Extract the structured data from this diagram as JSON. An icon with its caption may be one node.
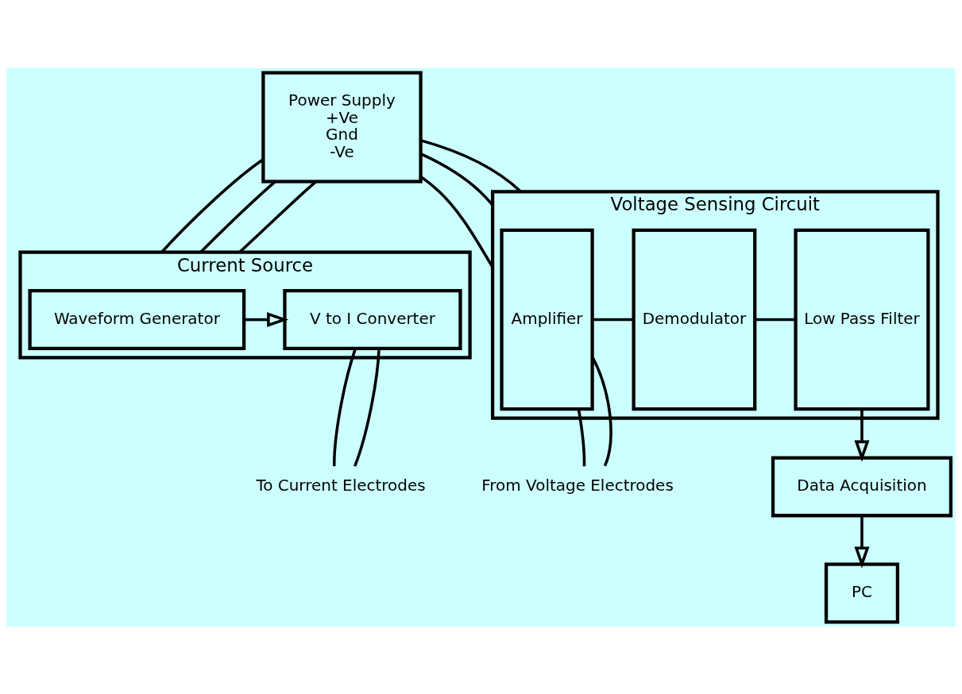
{
  "diagram": {
    "nodes": [
      {
        "text": [
          "Power Supply",
          "+Ve",
          "Gnd",
          "-Ve"
        ]
      },
      {
        "text": [
          "Current Source"
        ]
      },
      {
        "text": [
          "Waveform Generator"
        ],
        "in": 1
      },
      {
        "text": [
          "V to I Converter"
        ],
        "in": 1
      },
      {
        "text": [
          "Voltage Sensing Circuit"
        ]
      },
      {
        "text": [
          "Amplifier"
        ],
        "in": 4
      },
      {
        "text": [
          "Demodulator"
        ],
        "in": 4
      },
      {
        "text": [
          "Low Pass Filter"
        ],
        "in": 4
      },
      {
        "text": [
          "Data Acquisition"
        ]
      },
      {
        "text": [
          "PC"
        ]
      },
      {
        "text": [
          "To Current Electrodes"
        ]
      },
      {
        "text": [
          "From Voltage Electrodes"
        ]
      }
    ],
    "edges": [
      {
        "from": 0,
        "to": 1,
        "arrow": "none"
      },
      {
        "from": 0,
        "to": 1,
        "arrow": "none"
      },
      {
        "from": 0,
        "to": 1,
        "arrow": "none"
      },
      {
        "from": 0,
        "to": 4,
        "arrow": "none"
      },
      {
        "from": 0,
        "to": 4,
        "arrow": "none"
      },
      {
        "from": 0,
        "to": 4,
        "arrow": "none"
      },
      {
        "from": 2,
        "to": 3,
        "arrow": "to"
      },
      {
        "from": 3,
        "to": 10,
        "arrow": "none"
      },
      {
        "from": 3,
        "to": 10,
        "arrow": "none"
      },
      {
        "from": 11,
        "to": 5,
        "arrow": "none"
      },
      {
        "from": 11,
        "to": 5,
        "arrow": "none"
      },
      {
        "from": 5,
        "to": 6,
        "arrow": "none"
      },
      {
        "from": 6,
        "to": 7,
        "arrow": "none"
      },
      {
        "from": 7,
        "to": 8,
        "arrow": "to"
      },
      {
        "from": 8,
        "to": 9,
        "arrow": "to"
      }
    ]
  }
}
